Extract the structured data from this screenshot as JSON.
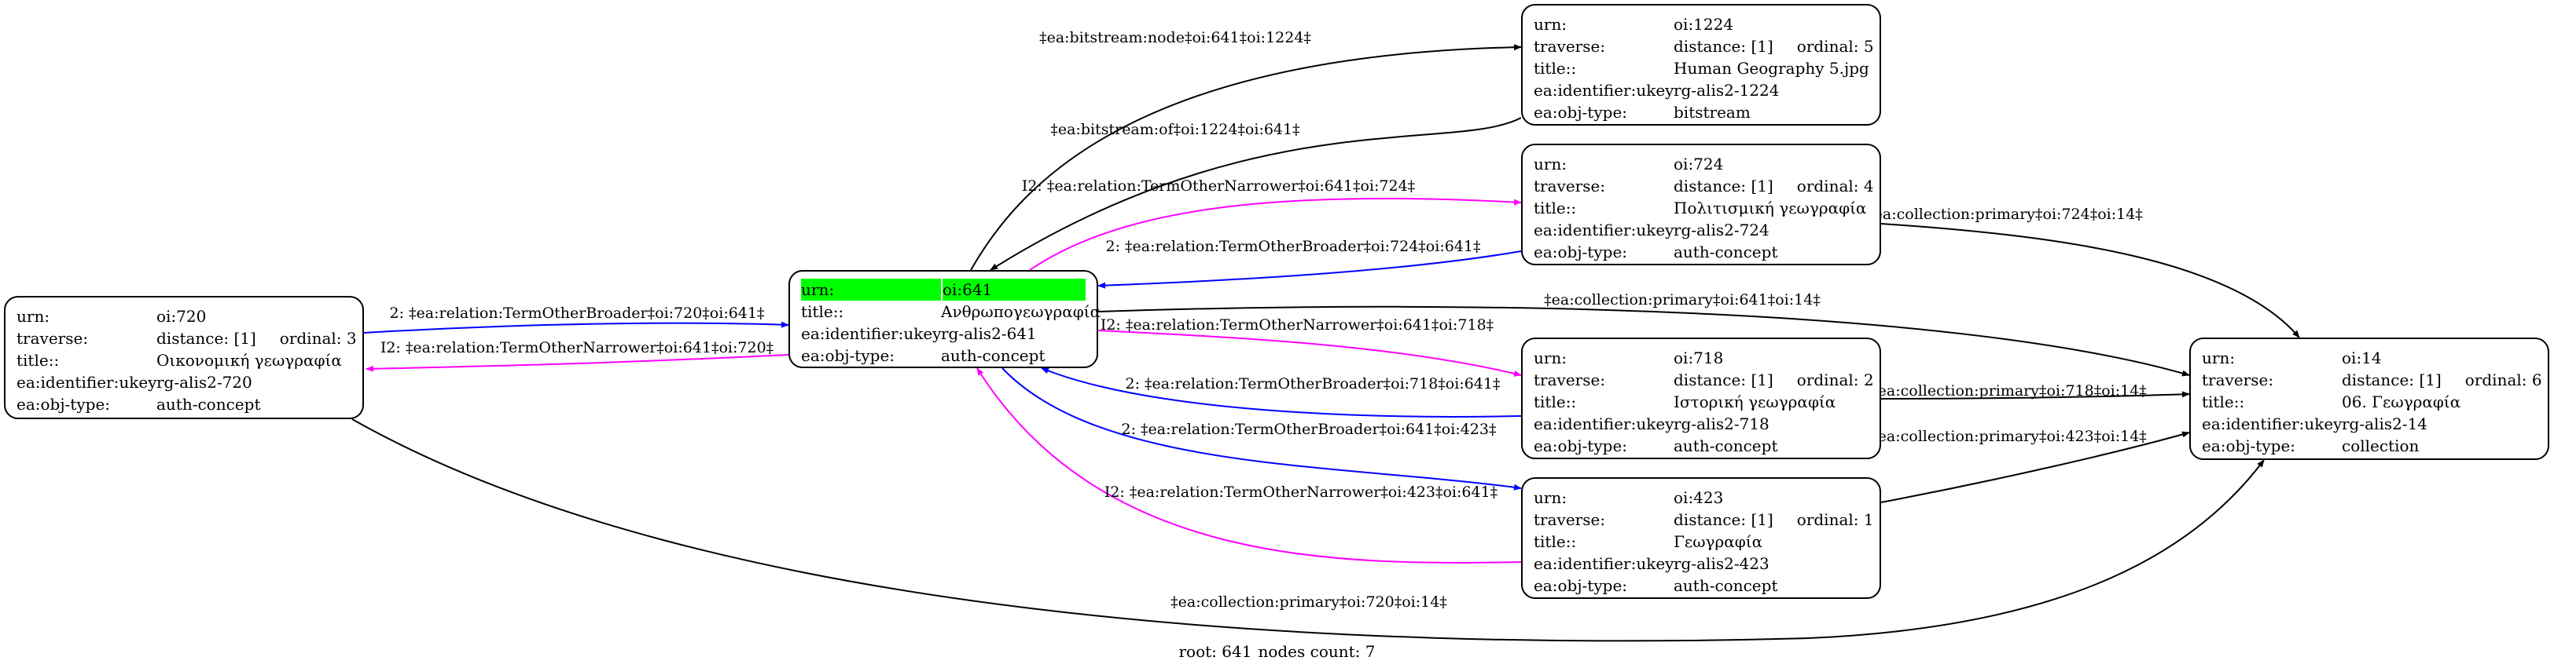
{
  "nodes": [
    {
      "id": "n641",
      "root": true,
      "rows": [
        {
          "k": "urn:",
          "v": "oi:641"
        },
        {
          "k": "title::",
          "v": "Ανθρωπογεωγραφία"
        },
        {
          "k": "ea:identifier:ukey",
          "v": "rg-alis2-641"
        },
        {
          "k": "ea:obj-type:",
          "v": "auth-concept"
        }
      ]
    },
    {
      "id": "n720",
      "rows": [
        {
          "k": "urn:",
          "v": "oi:720"
        },
        {
          "k": "traverse:",
          "v": "distance: [1]",
          "ord": "ordinal: 3"
        },
        {
          "k": "title::",
          "v": "Οικονομική γεωγραφία"
        },
        {
          "k": "ea:identifier:ukey",
          "v": "rg-alis2-720"
        },
        {
          "k": "ea:obj-type:",
          "v": "auth-concept"
        }
      ]
    },
    {
      "id": "n1224",
      "rows": [
        {
          "k": "urn:",
          "v": "oi:1224"
        },
        {
          "k": "traverse:",
          "v": "distance: [1]",
          "ord": "ordinal: 5"
        },
        {
          "k": "title::",
          "v": "Human Geography 5.jpg"
        },
        {
          "k": "ea:identifier:ukey",
          "v": "rg-alis2-1224"
        },
        {
          "k": "ea:obj-type:",
          "v": "bitstream"
        }
      ]
    },
    {
      "id": "n724",
      "rows": [
        {
          "k": "urn:",
          "v": "oi:724"
        },
        {
          "k": "traverse:",
          "v": "distance: [1]",
          "ord": "ordinal: 4"
        },
        {
          "k": "title::",
          "v": "Πολιτισμική γεωγραφία"
        },
        {
          "k": "ea:identifier:ukey",
          "v": "rg-alis2-724"
        },
        {
          "k": "ea:obj-type:",
          "v": "auth-concept"
        }
      ]
    },
    {
      "id": "n718",
      "rows": [
        {
          "k": "urn:",
          "v": "oi:718"
        },
        {
          "k": "traverse:",
          "v": "distance: [1]",
          "ord": "ordinal: 2"
        },
        {
          "k": "title::",
          "v": "Ιστορική γεωγραφία"
        },
        {
          "k": "ea:identifier:ukey",
          "v": "rg-alis2-718"
        },
        {
          "k": "ea:obj-type:",
          "v": "auth-concept"
        }
      ]
    },
    {
      "id": "n423",
      "rows": [
        {
          "k": "urn:",
          "v": "oi:423"
        },
        {
          "k": "traverse:",
          "v": "distance: [1]",
          "ord": "ordinal: 1"
        },
        {
          "k": "title::",
          "v": "Γεωγραφία"
        },
        {
          "k": "ea:identifier:ukey",
          "v": "rg-alis2-423"
        },
        {
          "k": "ea:obj-type:",
          "v": "auth-concept"
        }
      ]
    },
    {
      "id": "n14",
      "rows": [
        {
          "k": "urn:",
          "v": "oi:14"
        },
        {
          "k": "traverse:",
          "v": "distance: [1]",
          "ord": "ordinal: 6"
        },
        {
          "k": "title::",
          "v": "06. Γεωγραφία"
        },
        {
          "k": "ea:identifier:ukey",
          "v": "rg-alis2-14"
        },
        {
          "k": "ea:obj-type:",
          "v": "collection"
        }
      ]
    }
  ],
  "edges": [
    {
      "id": "e1",
      "label": "‡ea:bitstream:node‡oi:641‡oi:1224‡",
      "color": "#000000"
    },
    {
      "id": "e2",
      "label": "‡ea:bitstream:of‡oi:1224‡oi:641‡",
      "color": "#000000"
    },
    {
      "id": "e3",
      "label": "I2: ‡ea:relation:TermOtherNarrower‡oi:641‡oi:724‡",
      "color": "#ff00ff"
    },
    {
      "id": "e4",
      "label": "2: ‡ea:relation:TermOtherBroader‡oi:724‡oi:641‡",
      "color": "#0000ff"
    },
    {
      "id": "e5",
      "label": "‡ea:collection:primary‡oi:724‡oi:14‡",
      "color": "#000000"
    },
    {
      "id": "e6",
      "label": "‡ea:collection:primary‡oi:641‡oi:14‡",
      "color": "#000000"
    },
    {
      "id": "e7",
      "label": "2: ‡ea:relation:TermOtherBroader‡oi:720‡oi:641‡",
      "color": "#0000ff"
    },
    {
      "id": "e8",
      "label": "I2: ‡ea:relation:TermOtherNarrower‡oi:641‡oi:720‡",
      "color": "#ff00ff"
    },
    {
      "id": "e9",
      "label": "I2: ‡ea:relation:TermOtherNarrower‡oi:641‡oi:718‡",
      "color": "#ff00ff"
    },
    {
      "id": "e10",
      "label": "2: ‡ea:relation:TermOtherBroader‡oi:718‡oi:641‡",
      "color": "#0000ff"
    },
    {
      "id": "e11",
      "label": "‡ea:collection:primary‡oi:718‡oi:14‡",
      "color": "#000000"
    },
    {
      "id": "e12",
      "label": "2: ‡ea:relation:TermOtherBroader‡oi:641‡oi:423‡",
      "color": "#0000ff"
    },
    {
      "id": "e13",
      "label": "‡ea:collection:primary‡oi:423‡oi:14‡",
      "color": "#000000"
    },
    {
      "id": "e14",
      "label": "I2: ‡ea:relation:TermOtherNarrower‡oi:423‡oi:641‡",
      "color": "#ff00ff"
    },
    {
      "id": "e15",
      "label": "‡ea:collection:primary‡oi:720‡oi:14‡",
      "color": "#000000"
    }
  ],
  "footer": {
    "root": "root: 641",
    "count": "nodes count: 7"
  }
}
